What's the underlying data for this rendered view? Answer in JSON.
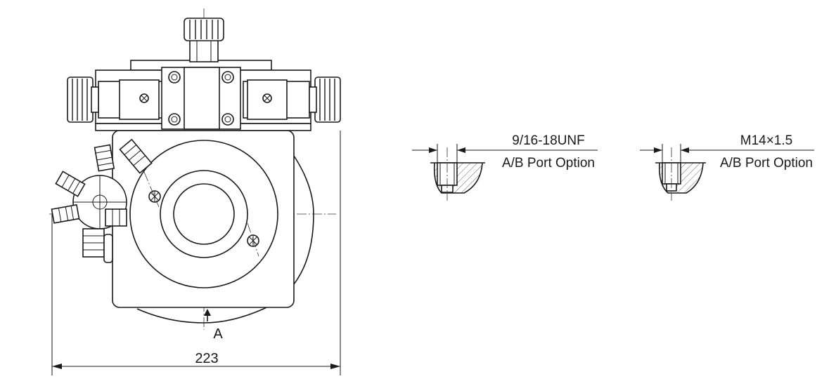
{
  "main_view": {
    "dimension_width": "223",
    "view_marker": "A"
  },
  "port_options": [
    {
      "thread": "9/16-18UNF",
      "caption": "A/B Port Option"
    },
    {
      "thread": "M14×1.5",
      "caption": "A/B Port Option"
    }
  ],
  "colors": {
    "line": "#1a1a1a",
    "background": "#ffffff"
  }
}
